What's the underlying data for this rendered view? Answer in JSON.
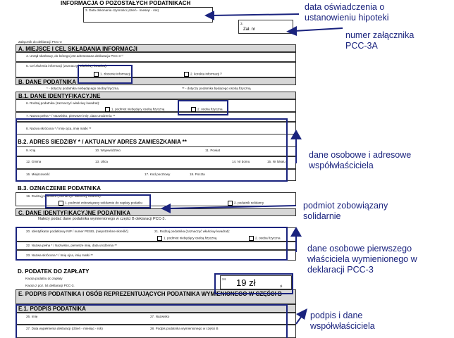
{
  "form": {
    "header_title": "INFORMACJA O POZOSTAŁYCH PODATNIKACH",
    "date_field_label": "3. Data dokonania czynności (dzień - miesiąc - rok)",
    "attachment_no_label": "3.",
    "attachment_no_suffix": "Zał. nr",
    "attachment_title": "Załącznik do deklaracji PCC-3",
    "section_a": "A. MIEJSCE I CEL SKŁADANIA INFORMACJI",
    "a_field4": "4. Urząd skarbowy, do którego jest adresowana deklaracja PCC-3 ¹⁾",
    "a_field5": "5. Cel złożenia informacji (zaznaczyć właściwy kwadrat):",
    "a_option1": "1. złożenie informacji",
    "a_option2": "2. korekta informacji ²⁾",
    "section_b": "B. DANE PODATNIKA",
    "b_note_left": "* - dotyczy podatnika niebędącego osobą fizyczną",
    "b_note_right": "** - dotyczy podatnika będącego osobą fizyczną",
    "section_b1": "B.1. DANE IDENTYFIKACYJNE",
    "b1_field6": "6. Rodzaj podatnika (zaznaczyć właściwy kwadrat):",
    "b1_option1": "1. podmiot niebędący osobą fizyczną",
    "b1_option2": "2. osoba fizyczna",
    "b1_field7": "7. Nazwa pełna * / Nazwisko, pierwsze imię, data urodzenia **",
    "b1_field8": "8. Nazwa skrócona * / Imię ojca, imię matki **",
    "section_b2": "B.2. ADRES SIEDZIBY * / AKTUALNY ADRES ZAMIESZKANIA **",
    "b2_row1": [
      "9. Kraj",
      "10. Województwo",
      "11. Powiat"
    ],
    "b2_row2": [
      "12. Gmina",
      "13. Ulica",
      "14. Nr domu",
      "15. Nr lokalu"
    ],
    "b2_row3": [
      "16. Miejscowość",
      "17. Kod pocztowy",
      "18. Poczta"
    ],
    "section_b3": "B.3. OZNACZENIE PODATNIKA",
    "b3_field19": "19. Rodzaj podatnika (zaznaczyć właściwy kwadrat):",
    "b3_option1": "1. podmiot zobowiązany solidarnie do zapłaty podatku",
    "b3_option2": "2. podatnik solidarny",
    "section_c": "C. DANE IDENTYFIKACYJNE PODATNIKA",
    "c_subtitle": "Należy podać dane podatnika wymienionego w części B deklaracji PCC-3.",
    "c_field20": "20. Identyfikator podatkowy NIP / numer PESEL (niepotrzebne skreślić)",
    "c_field21": "21. Rodzaj podatnika (zaznaczyć właściwy kwadrat):",
    "c_option1": "1. podmiot niebędący osobą fizyczną",
    "c_option2": "2. osoba fizyczna",
    "c_field22": "22. Nazwa pełna * / Nazwisko, pierwsze imię, data urodzenia **",
    "c_field23": "23. Nazwa skrócona * / Imię ojca, imię matki **",
    "section_d": "D. PODATEK DO ZAPŁATY",
    "d_desc1": "Kwota podatku do zapłaty",
    "d_desc2": "Kwota z poz. 54 deklaracji PCC-3.",
    "d_field24": "24.",
    "d_amount": "19 zł",
    "d_currency": "zł",
    "section_e": "E. PODPIS PODATNIKA I OSÓB REPREZENTUJĄCYCH PODATNIKA WYMIENIONEGO W CZĘŚCI B",
    "section_e1": "E.1. PODPIS PODATNIKA",
    "e1_field26": "26. Imię",
    "e1_field27": "27. Nazwisko",
    "e1_field28": "27. Data wypełnienia deklaracji (dzień - miesiąc - rok)",
    "e1_field29": "28. Podpis podatnika wymienionego w części B"
  },
  "annotations": {
    "date_note": [
      "data oświadczenia o",
      "ustanowieniu hipoteki"
    ],
    "attachment_note": [
      "numer załącznika",
      "PCC-3A"
    ],
    "co_owner_note": [
      "dane osobowe i adresowe",
      "współwłaściciela"
    ],
    "joint_note": [
      "podmiot zobowiązany",
      "solidarnie"
    ],
    "first_owner_note": [
      "dane osobowe pierwszego",
      "właściciela wymienionego w",
      "deklaracji PCC-3"
    ],
    "signature_note": [
      "podpis i dane",
      "współwłaściciela"
    ]
  },
  "colors": {
    "annotation": "#1a237e",
    "section_bg": "#d7d7d7"
  }
}
